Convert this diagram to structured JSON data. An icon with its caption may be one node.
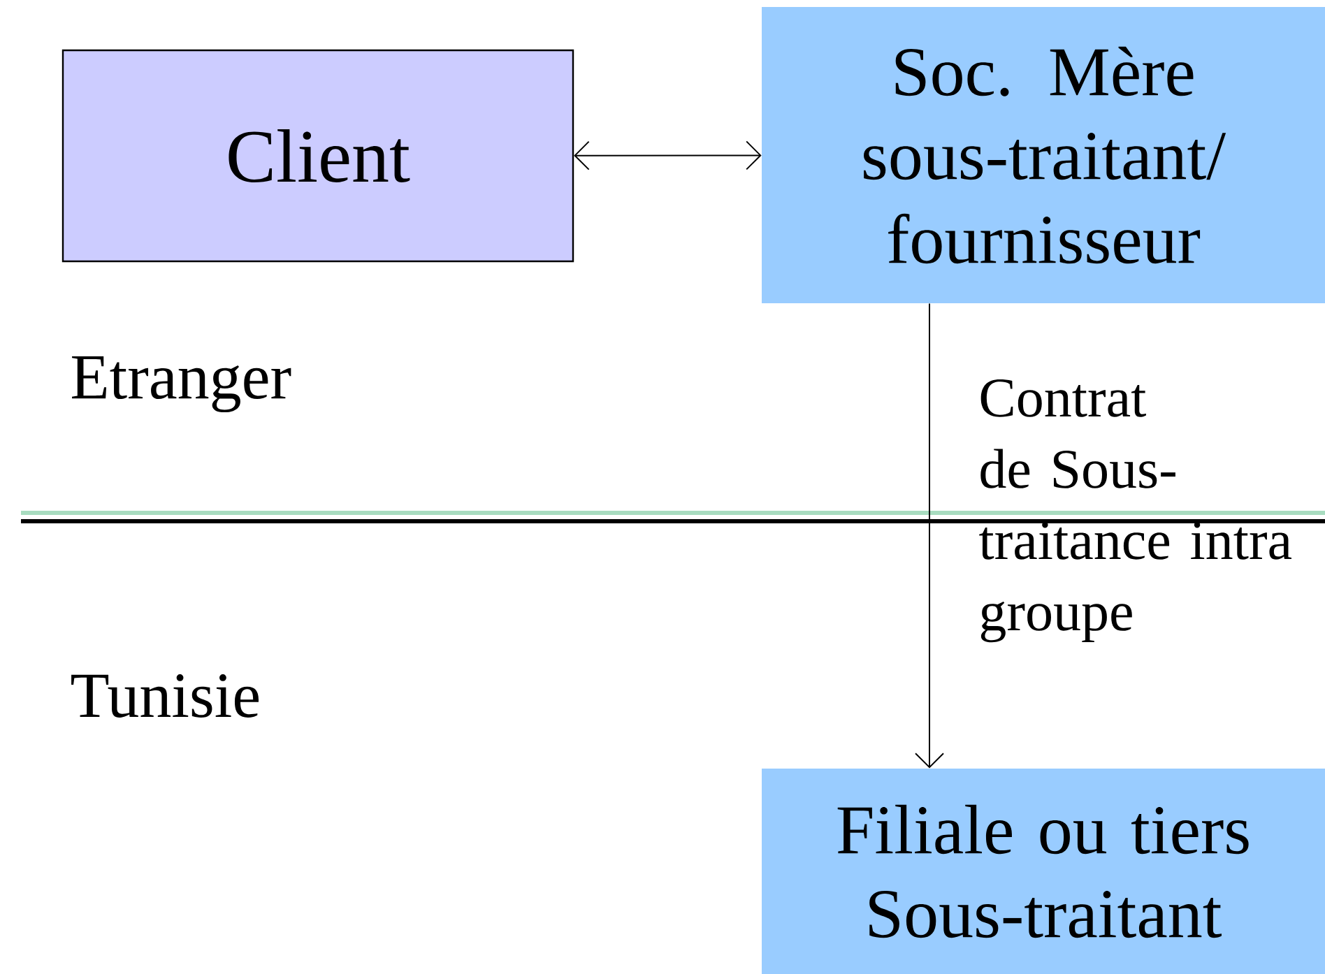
{
  "diagram": {
    "nodes": [
      {
        "text": [
          "Client"
        ]
      },
      {
        "text": [
          "Soc. Mère sous-traitant/ fournisseur"
        ]
      },
      {
        "text": [
          "Filiale ou tiers Sous-traitant"
        ]
      }
    ],
    "edges": [
      {
        "from": 0,
        "to": 1,
        "arrow": "both"
      },
      {
        "from": 1,
        "to": 2,
        "arrow": "to",
        "label": "Contrat de Sous-traitance intra groupe"
      }
    ],
    "labels": [
      "Etranger",
      "Tunisie"
    ]
  }
}
